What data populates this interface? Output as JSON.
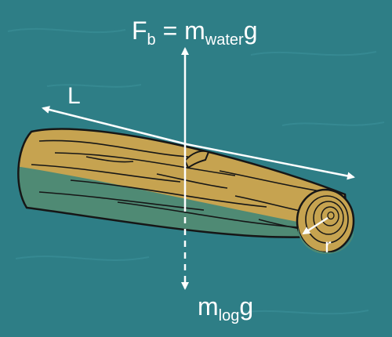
{
  "colors": {
    "water": "#2e7e86",
    "log_dry": "#c6a350",
    "log_wet": "#4f8a74",
    "outline": "#161616",
    "arrow": "#ffffff"
  },
  "buoyant_force": {
    "symbol": "F",
    "symbol_sub": "b",
    "equals": " = ",
    "mass": "m",
    "mass_sub": "water",
    "gravity": "g"
  },
  "weight": {
    "mass": "m",
    "mass_sub": "log",
    "gravity": "g"
  },
  "length_label": "L",
  "radius_label": "r",
  "icons": [
    "log-illustration",
    "up-arrow",
    "down-arrow",
    "length-arrow",
    "radius-arrow"
  ]
}
